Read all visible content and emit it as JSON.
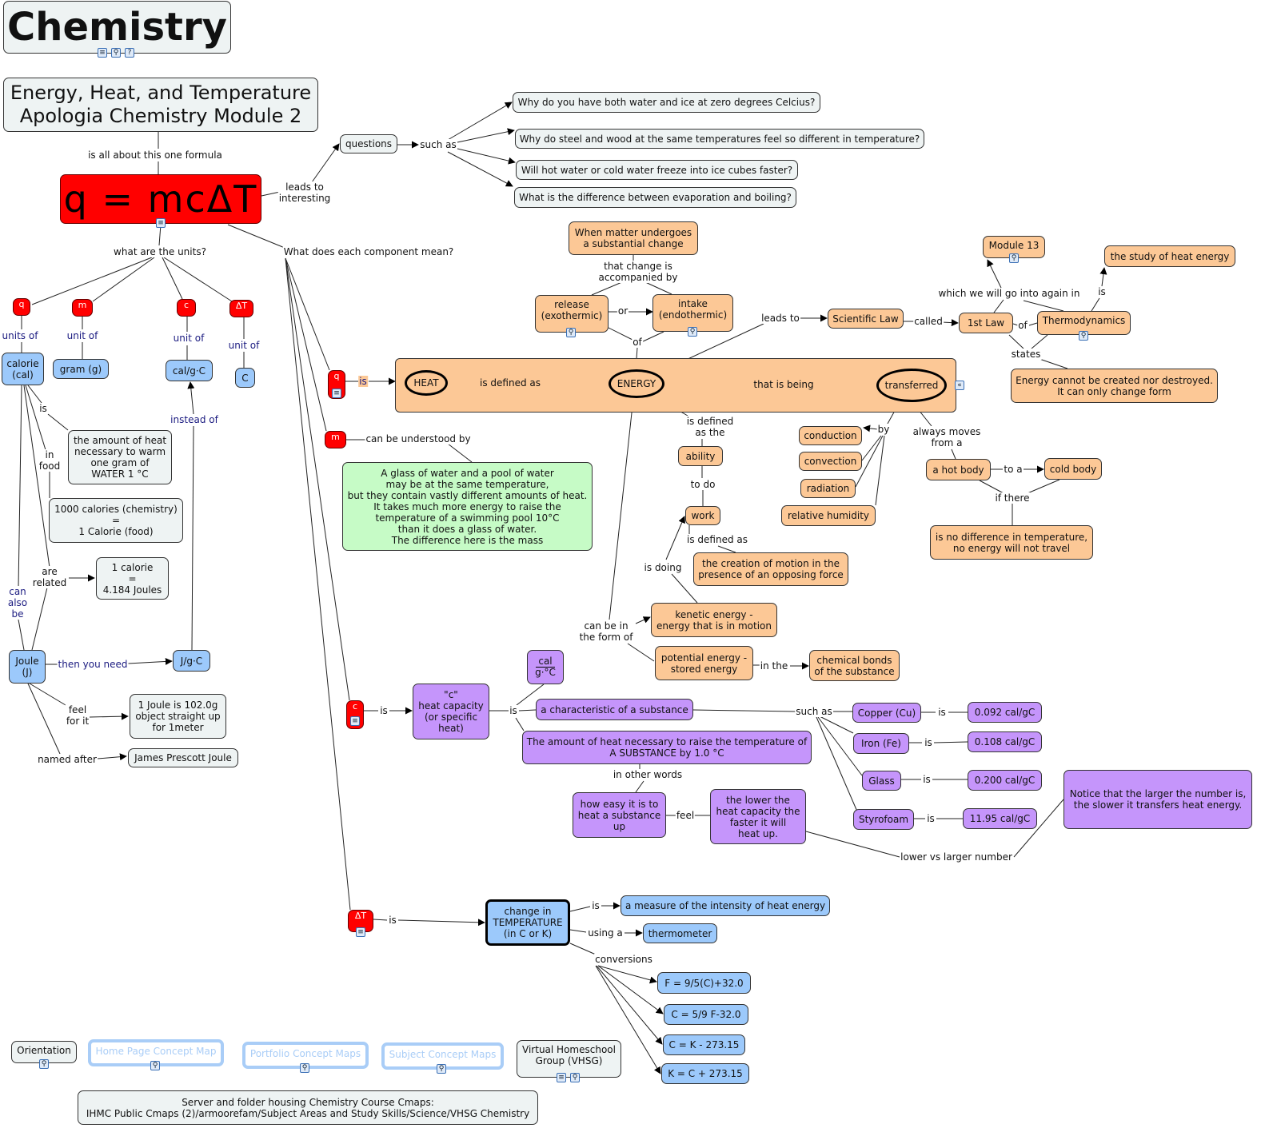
{
  "colors": {
    "concept_orange": "#fcc896",
    "unit_blue": "#9cc9fb",
    "symbol_red": "#ff0000",
    "note_gray": "#eef3f3",
    "example_green": "#c6fbc6",
    "capacity_purple": "#c595fb",
    "link_navy": "#1a1a80"
  },
  "nodes": {
    "title": "Chemistry",
    "topic": "Energy, Heat, and Temperature\nApologia Chemistry Module 2",
    "formula": "q = mcΔT",
    "questions": "questions",
    "q1": "Why do you have both water and ice at zero degrees Celcius?",
    "q2": "Why do steel and wood at the same temperatures feel so different in temperature?",
    "q3": "Will hot water or cold water freeze into ice cubes faster?",
    "q4": "What is the difference between evaporation and boiling?",
    "sym_q": "q",
    "sym_m": "m",
    "sym_c": "c",
    "sym_dt": "ΔT",
    "calorie": "calorie\n(cal)",
    "gram": "gram (g)",
    "calgc": "cal/g·C",
    "celsius": "C",
    "amount_heat": "the amount of heat\nnecessary to warm\none gram of\nWATER 1 °C",
    "kcal": "1000 calories (chemistry)\n=\n1 Calorie (food)",
    "cal_joule": "1 calorie\n=\n4.184 Joules",
    "joule": "Joule\n(J)",
    "jgc": "J/g·C",
    "joule_feel": "1 Joule is 102.0g\nobject straight up\nfor 1meter",
    "jpj": "James Prescott Joule",
    "sym_q2": "q",
    "sym_m2": "m",
    "sym_c2": "c",
    "sym_dt2": "ΔT",
    "glass_pool": "A glass of water and a pool of water\nmay be at the same temperature,\nbut they contain vastly different amounts of heat.\nIt takes much more energy to raise the\ntemperature of a swimming pool 10°C\nthan it does a glass of water.\nThe difference here is the mass",
    "heat": "HEAT",
    "energy": "ENERGY",
    "transferred": "transferred",
    "matter_change": "When matter undergoes\na substantial change",
    "release": "release\n(exothermic)",
    "intake": "intake\n(endothermic)",
    "sci_law": "Scientific Law",
    "first_law": "1st Law",
    "thermo": "Thermodynamics",
    "module13": "Module 13",
    "study": "the study of heat energy",
    "cannot": "Energy cannot be created nor destroyed.\nIt can only change form",
    "conduction": "conduction",
    "convection": "convection",
    "radiation": "radiation",
    "humidity": "relative humidity",
    "ability": "ability",
    "work": "work",
    "creation": "the creation of motion in the\npresence of an opposing force",
    "kinetic": "kenetic energy -\nenergy that is in motion",
    "potential": "potential energy -\nstored energy",
    "bonds": "chemical bonds\nof the substance",
    "hot": "a hot body",
    "cold": "cold body",
    "nodiff": "is no difference in temperature,\nno energy will not travel",
    "frac_num": "cal",
    "frac_den": "g·°C",
    "heat_cap": "\"c\"\nheat capacity\n(or specific\nheat)",
    "characteristic": "a characteristic of a substance",
    "amount_sub": "The amount of heat necessary to raise the temperature of\nA SUBSTANCE by 1.0 °C",
    "how_easy": "how easy it is to\nheat a substance\nup",
    "lower": "the lower the\nheat capacity the\nfaster it will\nheat up.",
    "copper": "Copper (Cu)",
    "iron": "Iron (Fe)",
    "glass": "Glass",
    "styro": "Styrofoam",
    "v_copper": "0.092 cal/gC",
    "v_iron": "0.108 cal/gC",
    "v_glass": "0.200 cal/gC",
    "v_styro": "11.95 cal/gC",
    "notice": "Notice that the larger the number is,\nthe slower it transfers heat energy.",
    "temp": "change in\nTEMPERATURE\n(in C or K)",
    "measure": "a measure of the intensity of heat energy",
    "thermometer": "thermometer",
    "conv1": "F = 9/5(C)+32.0",
    "conv2": "C = 5/9 F-32.0",
    "conv3": "C = K - 273.15",
    "conv4": "K = C + 273.15",
    "orientation": "Orientation",
    "homepage": "Home Page Concept Map",
    "portfolio": "Portfolio Concept Maps",
    "subject": "Subject Concept Maps",
    "vhsg": "Virtual Homeschool\nGroup (VHSG)",
    "server": "Server and folder housing Chemistry Course Cmaps:\nIHMC Public Cmaps (2)/armoorefam/Subject Areas and Study Skills/Science/VHSG Chemistry"
  },
  "links": {
    "all_about": "is all about this one formula",
    "leads_interesting": "leads to\ninteresting",
    "such_as_q": "such as",
    "units_q": "what are the units?",
    "each": "What does each component mean?",
    "units_of": "units of",
    "unit_of_m": "unit of",
    "unit_of_c": "unit of",
    "unit_of_dt": "unit of",
    "cal_is": "is",
    "in_food": "in\nfood",
    "are_related": "are\nrelated",
    "can_also": "can\nalso\nbe",
    "instead_of": "instead of",
    "then_need": "then you need",
    "feel_for": "feel\nfor it",
    "named_after": "named after",
    "q_is": "is",
    "understood": "can be understood by",
    "defined_as": "is defined as",
    "being": "that is being",
    "accompanied": "that change is\naccompanied by",
    "or": "or",
    "of_energy": "of",
    "leads_to": "leads to",
    "called": "called",
    "of_thermo": "of",
    "again_in": "which we will go into again in",
    "thermo_is": "is",
    "states": "states",
    "defined_as_the": "is defined\nas the",
    "by": "by",
    "moves": "always moves\nfrom a",
    "to_a": "to a",
    "if_there": "if there",
    "to_do": "to do",
    "work_defined": "is defined as",
    "is_doing": "is doing",
    "form_of": "can be in\nthe form of",
    "in_the": "in the",
    "c_is": "is",
    "cap_is": "is",
    "such_as_sub": "such as",
    "is_cu": "is",
    "is_fe": "is",
    "is_glass": "is",
    "is_styro": "is",
    "other_words": "in other words",
    "feel": "feel",
    "lower_larger": "lower vs larger number",
    "dt_is": "is",
    "temp_is": "is",
    "using": "using a",
    "conversions": "conversions"
  }
}
